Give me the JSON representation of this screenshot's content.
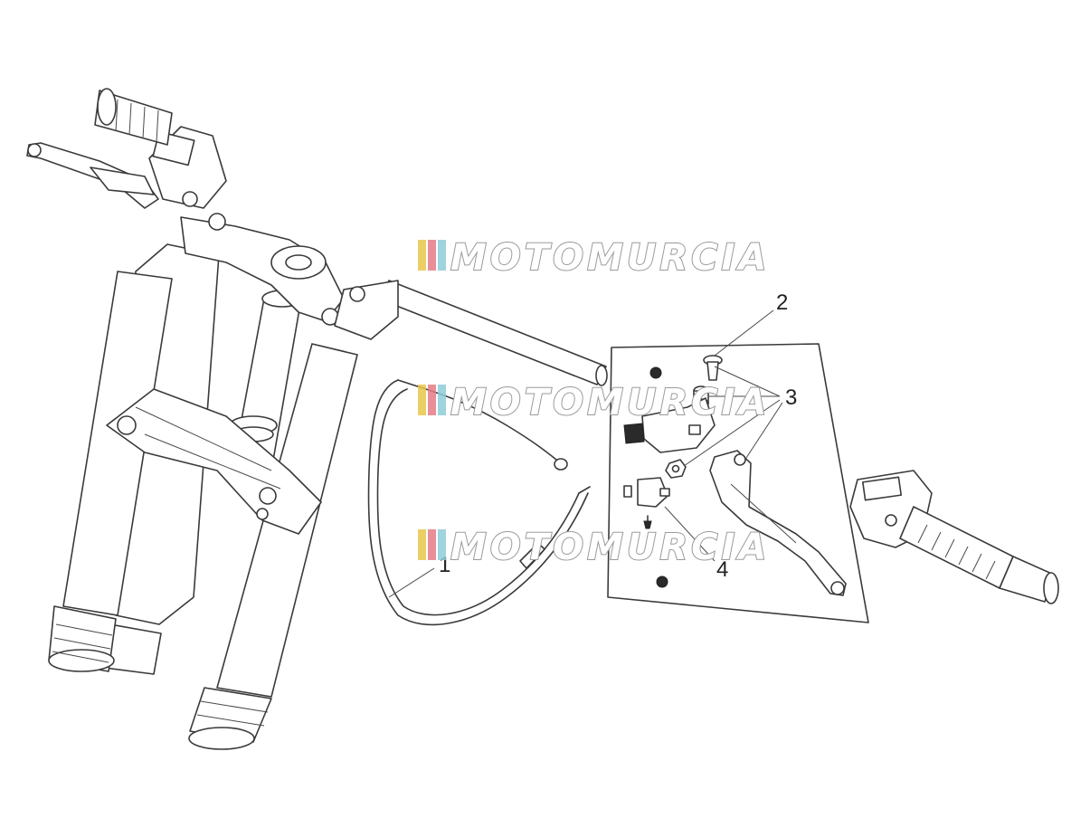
{
  "callouts": [
    {
      "id": "1",
      "label": "1"
    },
    {
      "id": "2",
      "label": "2"
    },
    {
      "id": "3",
      "label": "3"
    },
    {
      "id": "4",
      "label": "4"
    }
  ],
  "watermark": {
    "text": "MOTOMURCIA",
    "stripe_colors": [
      "#e8c64a",
      "#e57b86",
      "#8ecbd8"
    ]
  }
}
